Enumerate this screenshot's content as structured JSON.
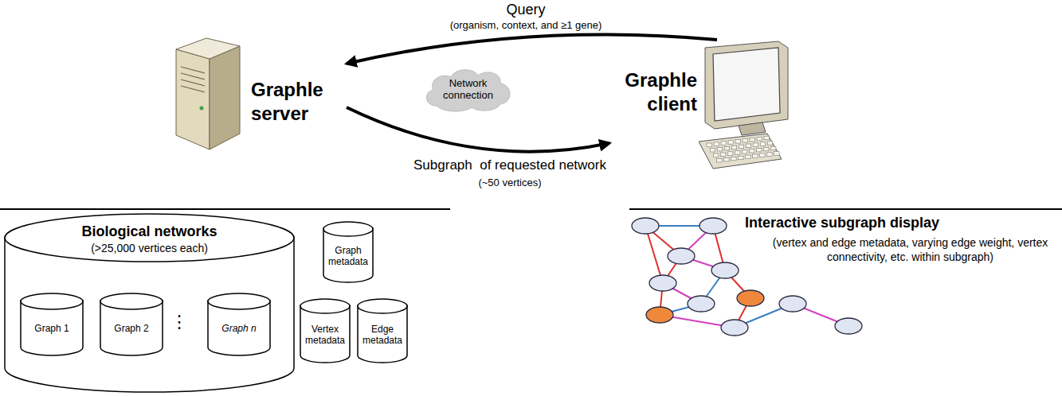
{
  "diagram": {
    "nodes": [
      {
        "text": [
          "Graphle server"
        ]
      },
      {
        "text": [
          "Network connection"
        ]
      },
      {
        "text": [
          "Graphle client"
        ]
      },
      {
        "text": [
          "Biological networks",
          "(>25,000 vertices each)"
        ]
      },
      {
        "text": [
          "Graph 1"
        ],
        "in": 3
      },
      {
        "text": [
          "Graph 2"
        ],
        "in": 3
      },
      {
        "text": [
          "Graph n"
        ],
        "in": 3
      },
      {
        "text": [
          "Graph metadata"
        ]
      },
      {
        "text": [
          "Vertex metadata"
        ]
      },
      {
        "text": [
          "Edge metadata"
        ]
      }
    ],
    "edges": [
      {
        "from": 2,
        "to": 0,
        "arrow": "to"
      },
      {
        "from": 0,
        "to": 2,
        "arrow": "to"
      }
    ],
    "labels": [
      "Query",
      "(organism, context, and ≥1 gene)",
      "Subgraph  of requested network",
      "(~50 vertices)",
      "⋮",
      "Interactive subgraph display",
      "(vertex and edge metadata, varying edge weight, vertex connectivity, etc. within subgraph)"
    ]
  }
}
